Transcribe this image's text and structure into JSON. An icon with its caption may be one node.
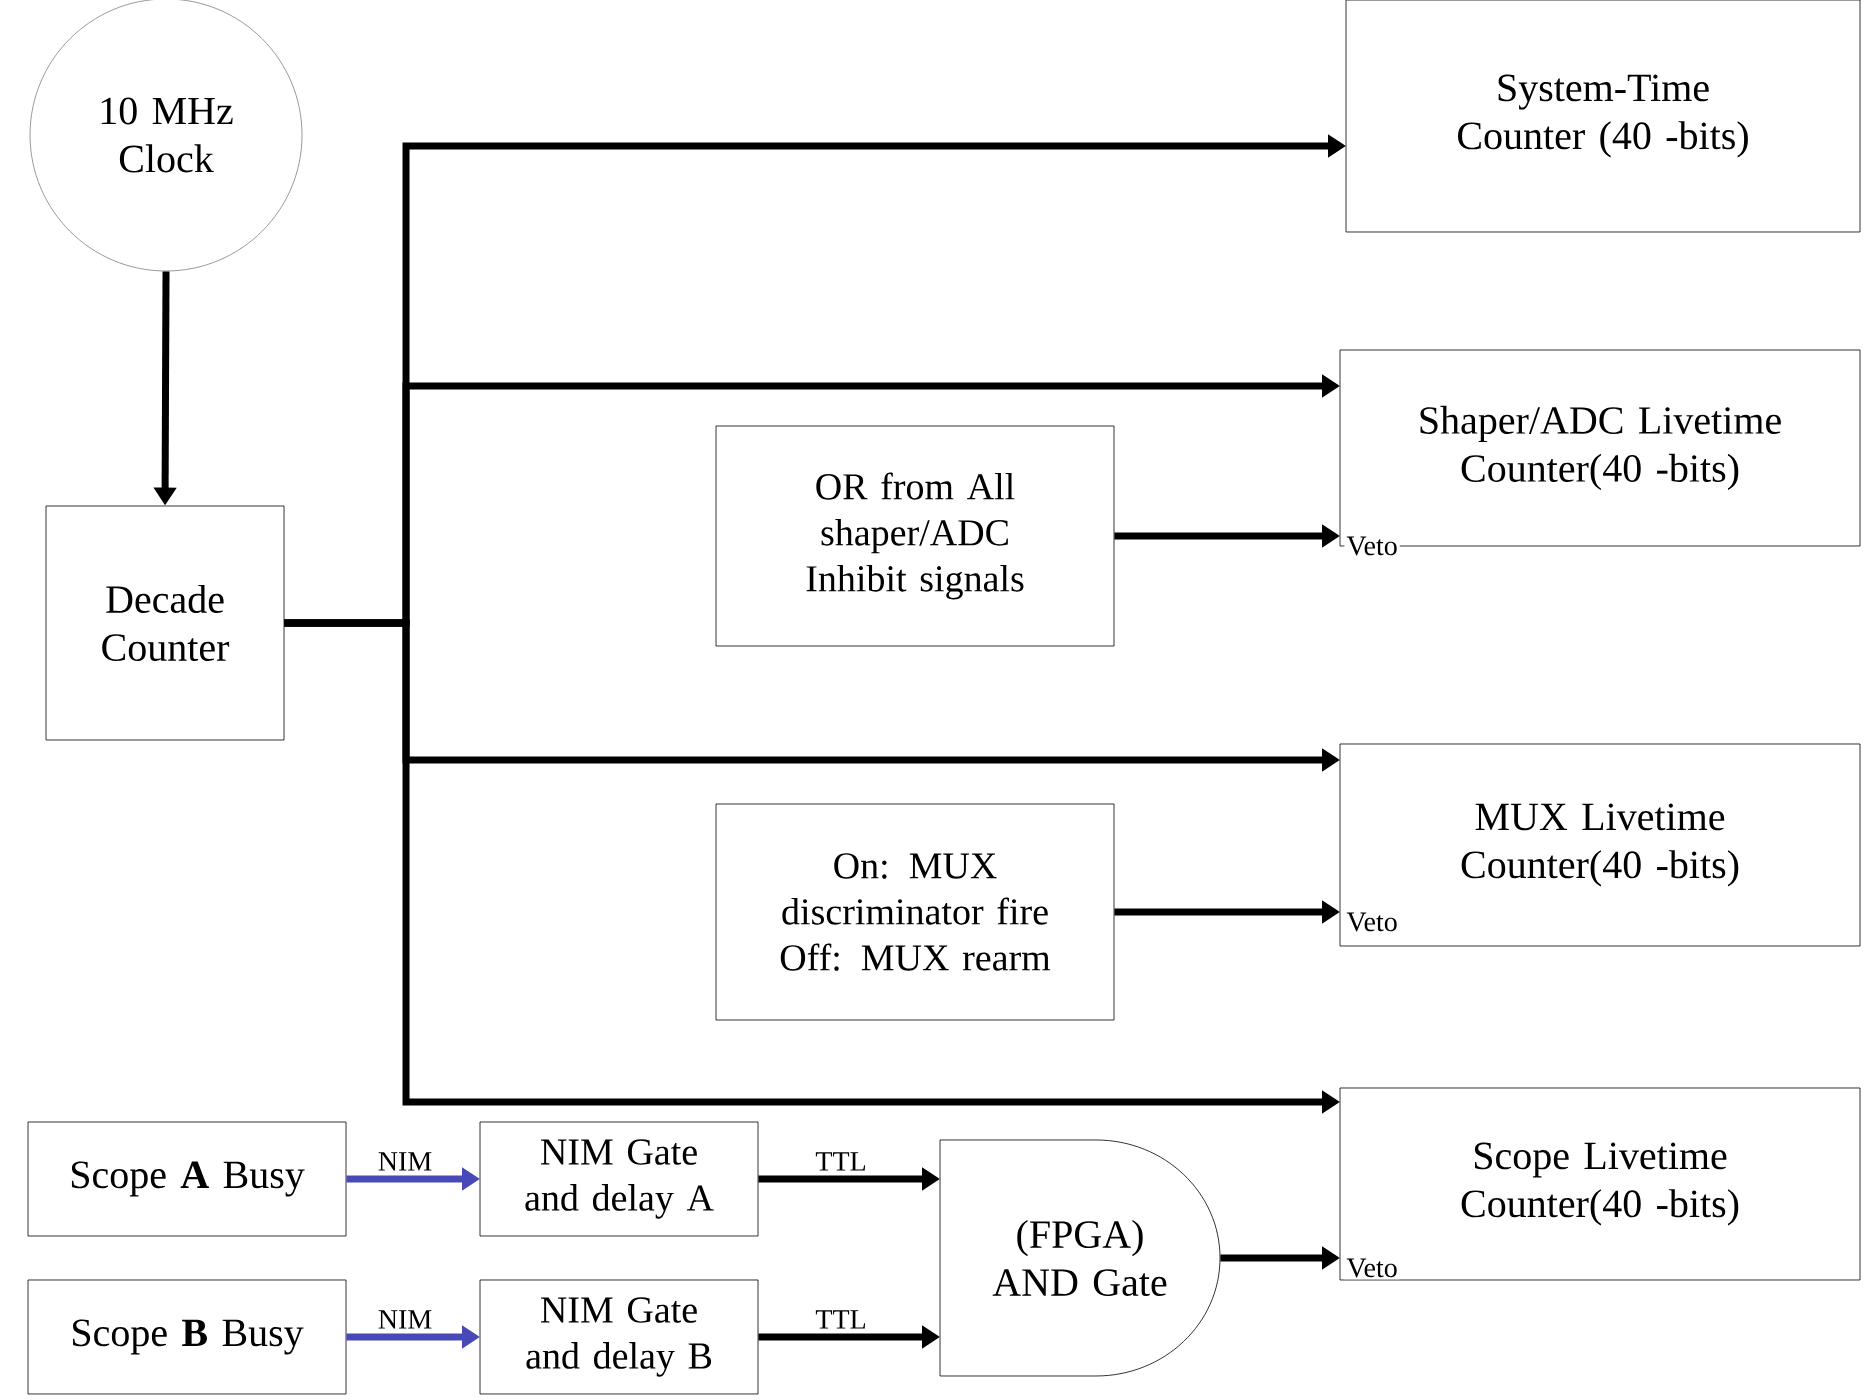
{
  "diagram": {
    "nodes": [
      {
        "text": [
          "10 MHz Clock"
        ]
      },
      {
        "text": [
          "Decade Counter"
        ]
      },
      {
        "text": [
          "System-Time Counter (40 -bits)"
        ]
      },
      {
        "text": [
          "Shaper/ADC Livetime Counter(40 -bits)"
        ]
      },
      {
        "text": [
          "OR from All shaper/ADC Inhibit signals"
        ]
      },
      {
        "text": [
          "MUX Livetime Counter(40 -bits)"
        ]
      },
      {
        "text": [
          "On: MUX discriminator fire Off: MUX rearm"
        ]
      },
      {
        "text": [
          "Scope Livetime Counter(40 -bits)"
        ]
      },
      {
        "text": [
          "Scope **A** Busy"
        ]
      },
      {
        "text": [
          "NIM Gate and delay A"
        ]
      },
      {
        "text": [
          "Scope **B** Busy"
        ]
      },
      {
        "text": [
          "NIM Gate and delay B"
        ]
      },
      {
        "text": [
          "(FPGA) AND Gate"
        ]
      }
    ],
    "edges": [
      {
        "from": 0,
        "to": 1,
        "arrow": "to"
      },
      {
        "from": 1,
        "to": 2,
        "arrow": "to"
      },
      {
        "from": 1,
        "to": 3,
        "arrow": "to"
      },
      {
        "from": 1,
        "to": 5,
        "arrow": "to"
      },
      {
        "from": 1,
        "to": 7,
        "arrow": "to"
      },
      {
        "from": 4,
        "to": 3,
        "arrow": "to",
        "label": "Veto"
      },
      {
        "from": 6,
        "to": 5,
        "arrow": "to",
        "label": "Veto"
      },
      {
        "from": 8,
        "to": 9,
        "arrow": "to",
        "label": "NIM",
        "color": "#4848b8"
      },
      {
        "from": 10,
        "to": 11,
        "arrow": "to",
        "label": "NIM",
        "color": "#4848b8"
      },
      {
        "from": 9,
        "to": 12,
        "arrow": "to",
        "label": "TTL"
      },
      {
        "from": 11,
        "to": 12,
        "arrow": "to",
        "label": "TTL"
      },
      {
        "from": 12,
        "to": 7,
        "arrow": "to",
        "label": "Veto"
      }
    ]
  }
}
